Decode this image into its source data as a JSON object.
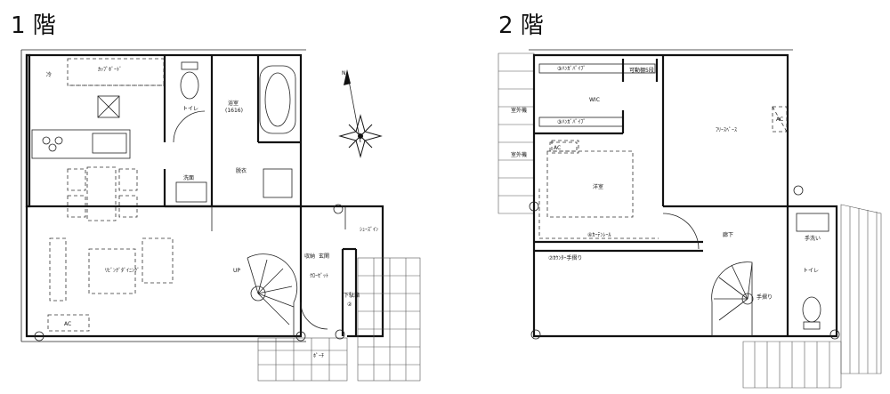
{
  "floor1": {
    "title": "1 階",
    "rooms": {
      "fridge": "冷",
      "counter": "ｶｯﾌﾟﾎﾞｰﾄﾞ",
      "toilet": "トイレ",
      "bath_name": "浴室",
      "bath_size": "(1616)",
      "wash": "洗面",
      "dressing": "脱衣",
      "living": "ﾘﾋﾞﾝｸﾞﾀﾞｲﾆﾝｸﾞ",
      "storage": "収納",
      "entrance": "玄関",
      "closet": "ｸﾛｰｾﾞｯﾄ",
      "shoes": "ｼｭｰｽﾞｲﾝ",
      "shoe_box": "下駄箱",
      "shoe_box_num": "②",
      "porch": "ﾎﾟｰﾁ",
      "ac": "AC",
      "up": "UP"
    }
  },
  "floor2": {
    "title": "2 階",
    "rooms": {
      "pipe1": "③ﾊﾝｶﾞﾊﾟｲﾌﾟ",
      "shelf": "可動棚5段",
      "wic": "WIC",
      "pipe2": "③ﾊﾝｶﾞﾊﾟｲﾌﾟ",
      "ac1": "AC",
      "outdoor1": "室外機",
      "outdoor2": "室外機",
      "western": "洋室",
      "free": "ﾌﾘｰｽﾍﾟｰｽ",
      "ac2": "AC",
      "curtain": "④ｶｰﾃﾝﾚｰﾙ",
      "handrail_window": "⑦ｶｳﾝﾀｰ手摺り",
      "hall": "廊下",
      "sink": "手洗い",
      "toilet": "トイレ",
      "handrail": "手摺り"
    }
  },
  "compass": {
    "north": "N"
  }
}
